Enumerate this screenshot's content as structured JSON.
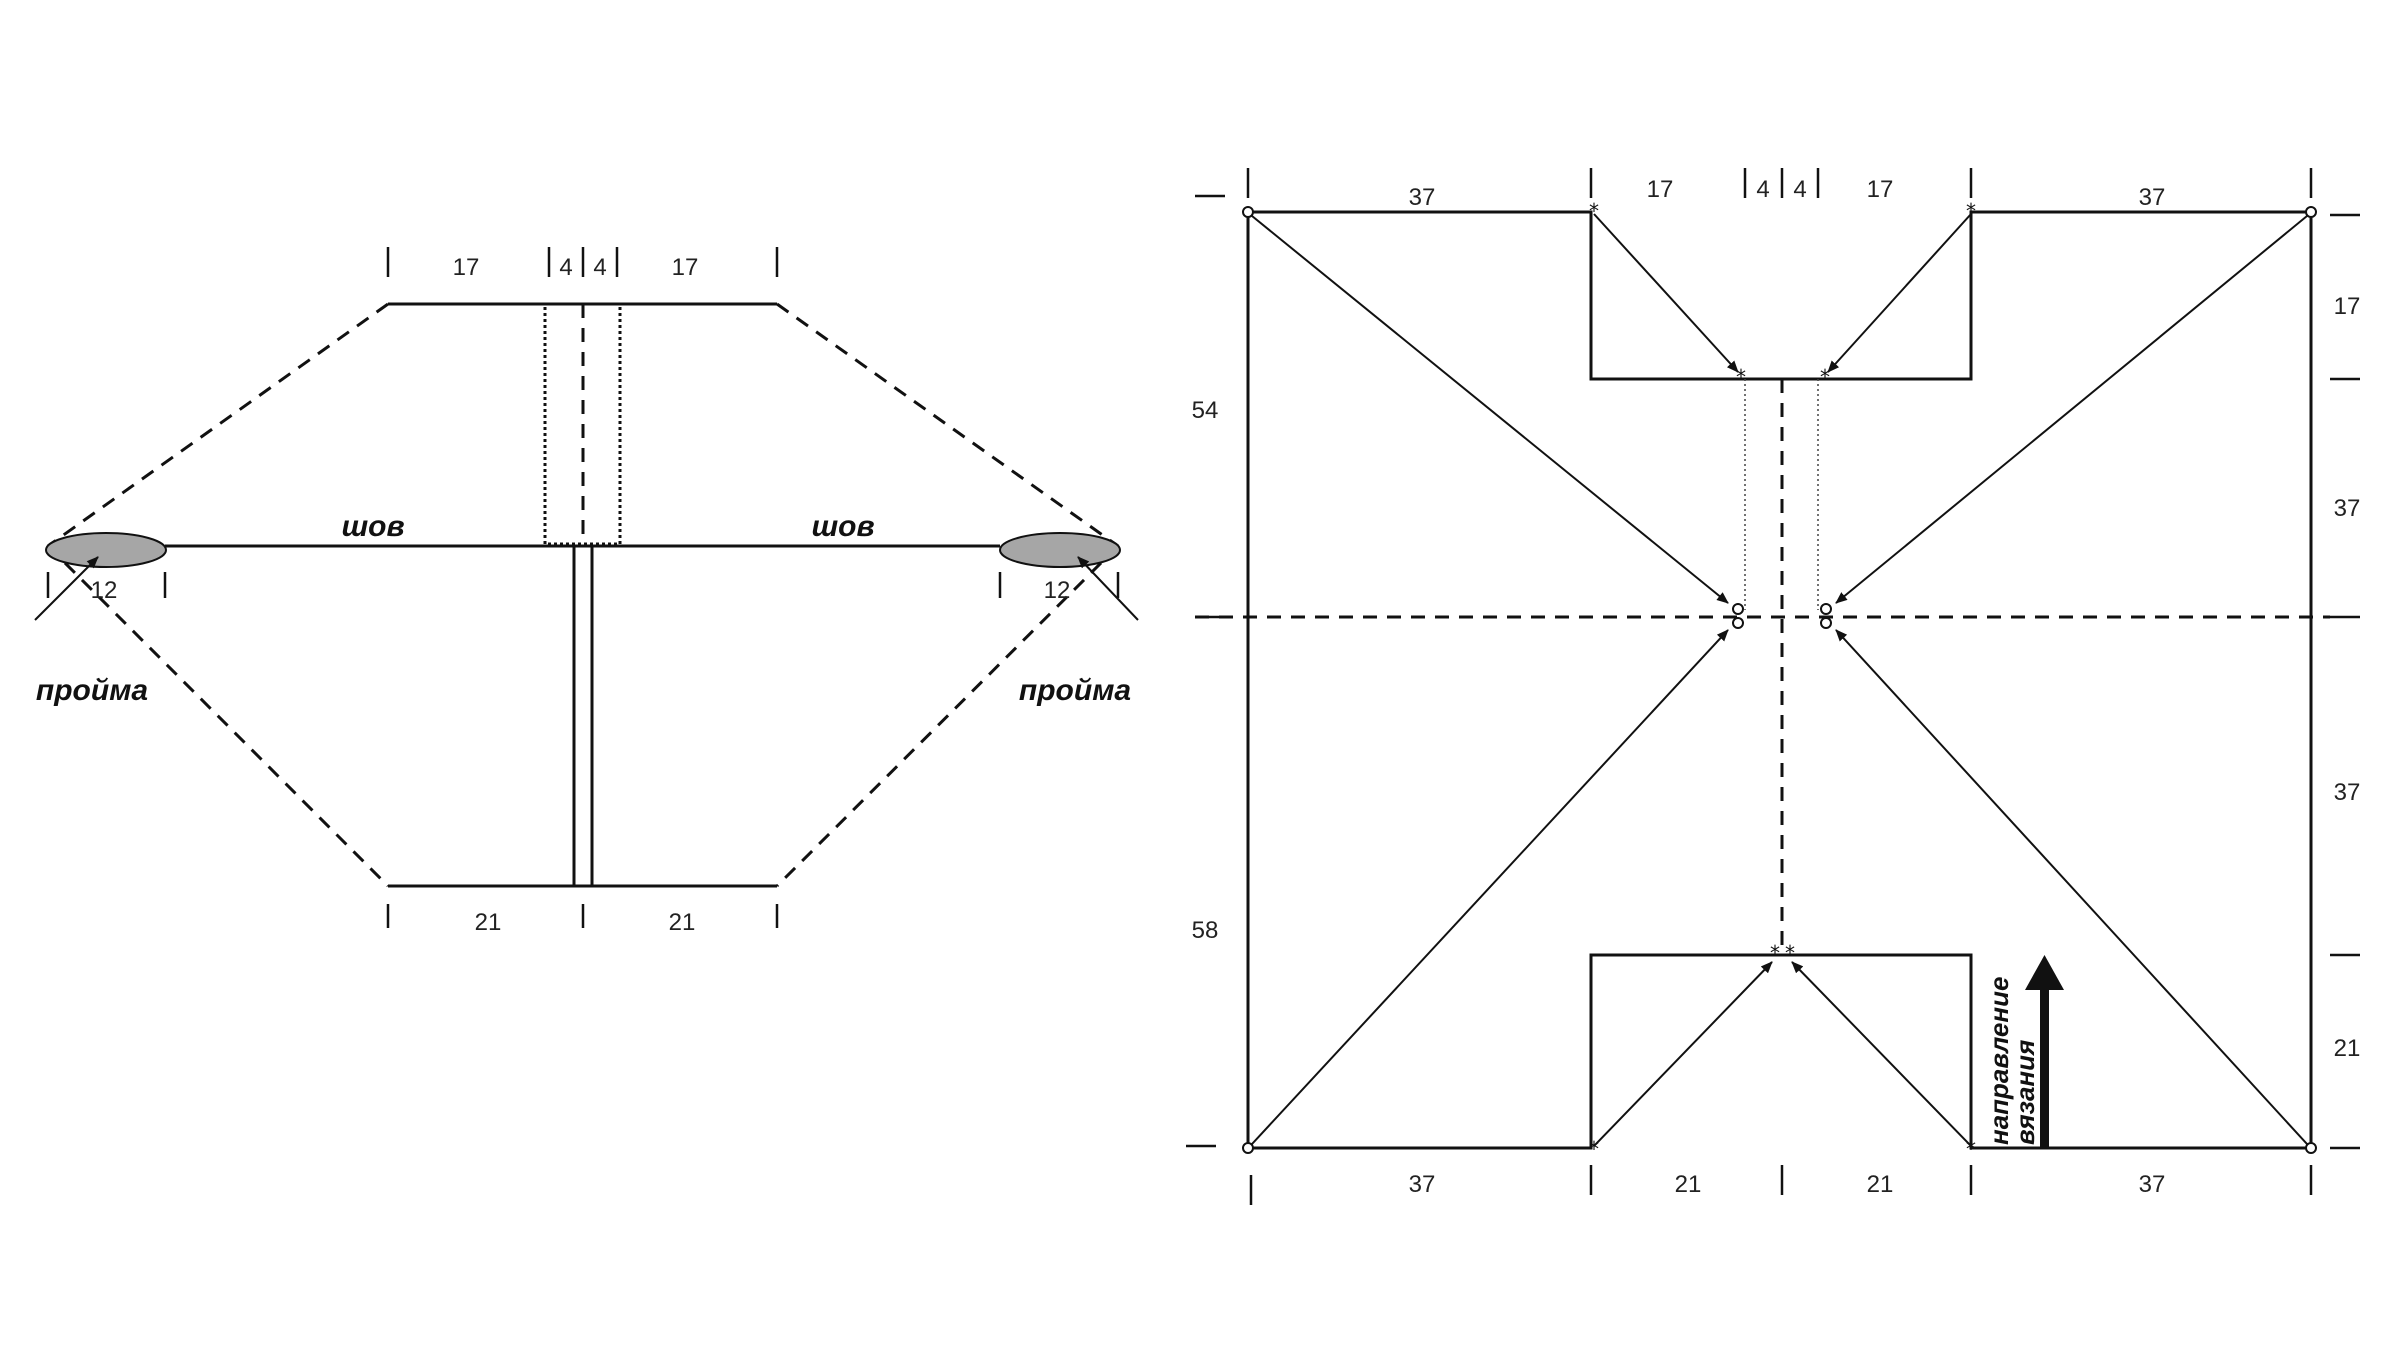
{
  "left_pattern": {
    "top_dims": [
      "17",
      "4",
      "4",
      "17"
    ],
    "bottom_dims": [
      "21",
      "21"
    ],
    "armhole_dims": [
      "12",
      "12"
    ],
    "seam_labels": [
      "шов",
      "шов"
    ],
    "armhole_labels": [
      "пройма",
      "пройма"
    ]
  },
  "right_pattern": {
    "top_dims": [
      "37",
      "17",
      "4",
      "4",
      "17",
      "37"
    ],
    "bottom_dims": [
      "37",
      "21",
      "21",
      "37"
    ],
    "left_side_dims": [
      "54",
      "58"
    ],
    "right_side_dims": [
      "17",
      "37",
      "37",
      "21"
    ],
    "direction_label_line1": "направление",
    "direction_label_line2": "вязания"
  },
  "colors": {
    "line": "#111111",
    "armhole_fill": "#a6a6a6"
  }
}
